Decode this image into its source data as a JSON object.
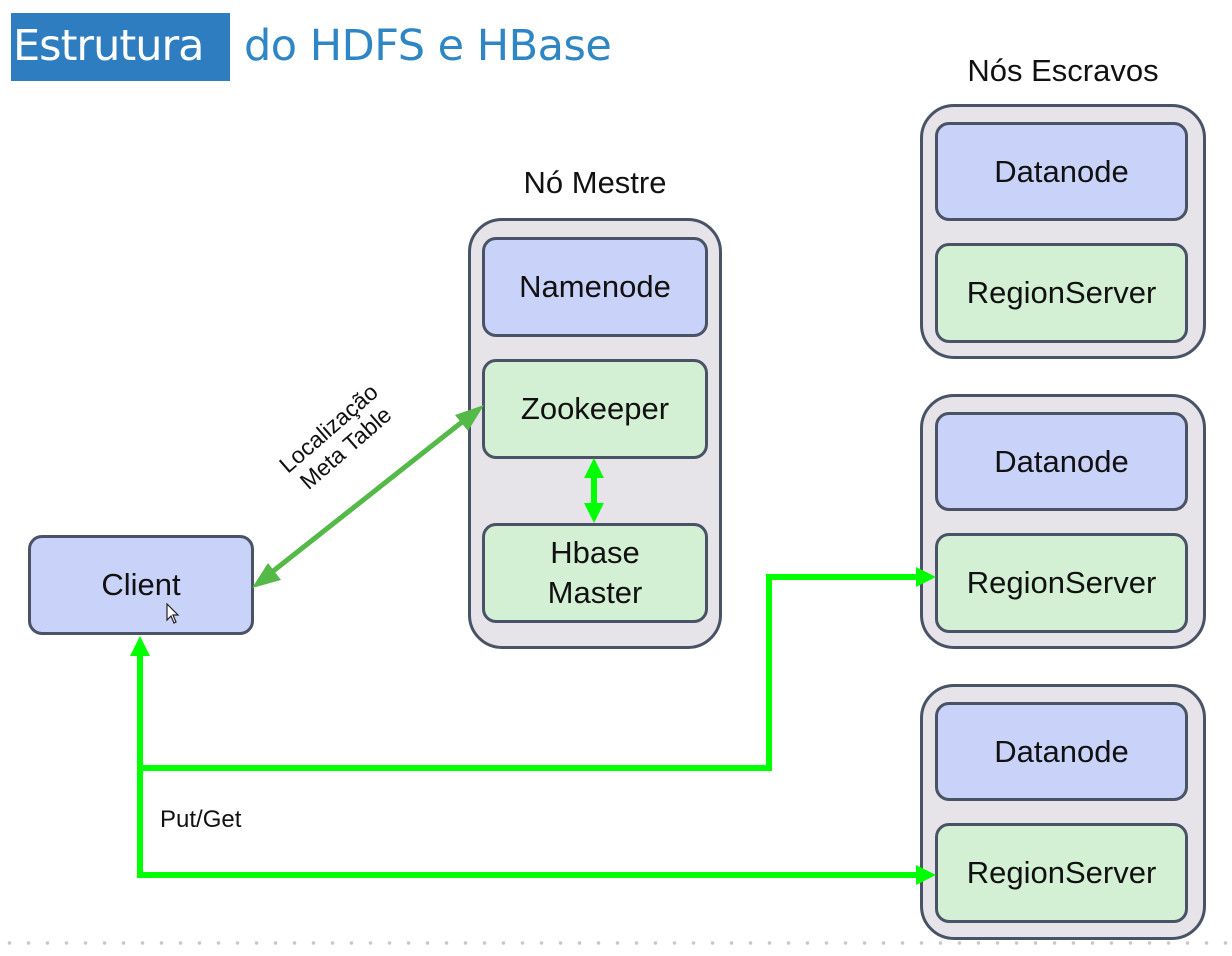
{
  "title": {
    "highlight": "Estrutura",
    "rest": "do HDFS e HBase"
  },
  "master_group": {
    "label": "Nó Mestre",
    "nodes": [
      "Namenode",
      "Zookeeper",
      "Hbase\nMaster"
    ]
  },
  "slaves_group": {
    "label": "Nós Escravos",
    "nodes": [
      {
        "datanode": "Datanode",
        "regionserver": "RegionServer"
      },
      {
        "datanode": "Datanode",
        "regionserver": "RegionServer"
      },
      {
        "datanode": "Datanode",
        "regionserver": "RegionServer"
      }
    ]
  },
  "client": {
    "label": "Client"
  },
  "edge_labels": {
    "meta_line1": "Localização",
    "meta_line2": "Meta Table",
    "put_get": "Put/Get"
  },
  "colors": {
    "title_bg": "#2e7dc0",
    "title_text": "#2e86c4",
    "node_blue": "#c9d2f8",
    "node_green": "#d4f0d4",
    "group_bg": "#e6e4e8",
    "border": "#4a5266",
    "arrow_bright": "#00ff00",
    "arrow_muted": "#54b948"
  }
}
